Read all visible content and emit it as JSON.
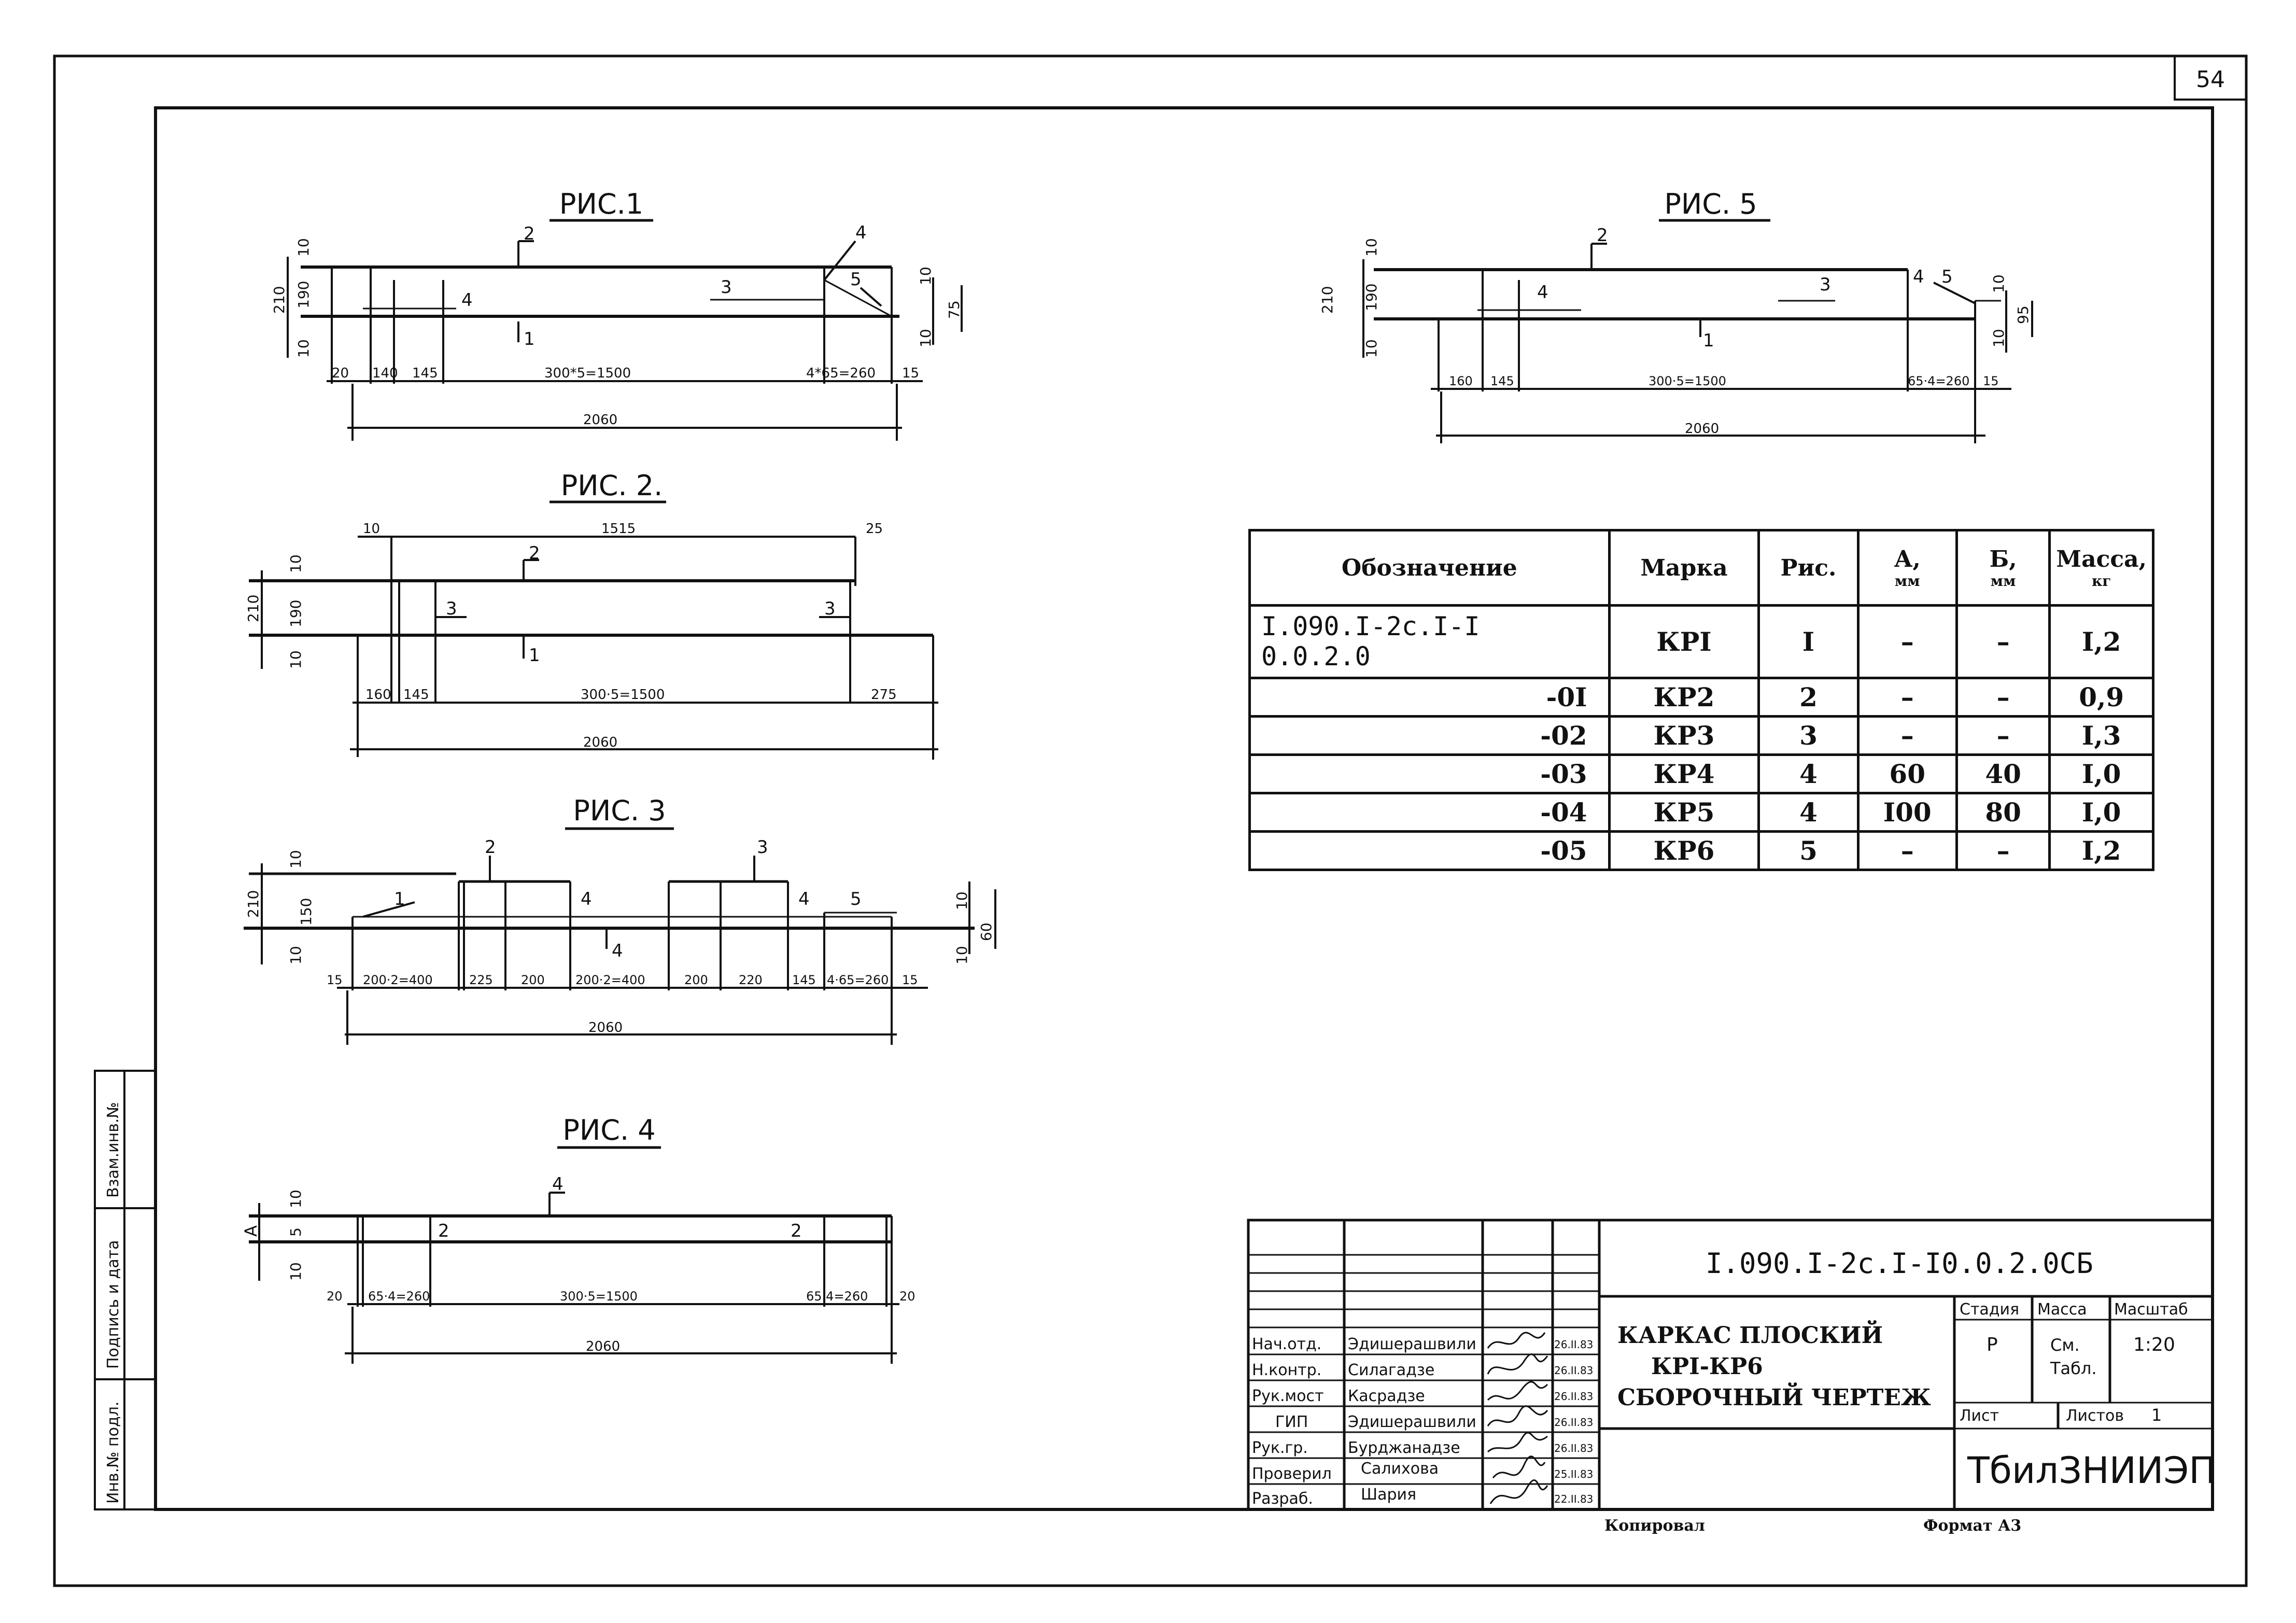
{
  "page_number": "54",
  "figures": {
    "fig1": {
      "title": "РИС.1",
      "positions": [
        "2",
        "4",
        "3",
        "5",
        "1",
        "4"
      ],
      "vertical_dims": [
        "10",
        "210",
        "190",
        "10",
        "10",
        "75",
        "10"
      ],
      "horizontal_dims": [
        "20",
        "140",
        "145",
        "300*5=1500",
        "4*65=260",
        "15"
      ],
      "total": "2060"
    },
    "fig2": {
      "title": "РИС. 2.",
      "positions": [
        "2",
        "3",
        "3",
        "1"
      ],
      "vertical_dims": [
        "10",
        "210",
        "190",
        "10"
      ],
      "top_dims": [
        "10",
        "1515",
        "25"
      ],
      "horizontal_dims": [
        "160",
        "145",
        "300·5=1500",
        "275"
      ],
      "total": "2060"
    },
    "fig3": {
      "title": "РИС. 3",
      "positions": [
        "2",
        "3",
        "1",
        "4",
        "4",
        "5",
        "4"
      ],
      "vertical_dims": [
        "10",
        "210",
        "150",
        "10",
        "10",
        "60",
        "10"
      ],
      "horizontal_dims": [
        "15",
        "200·2=400",
        "225",
        "200",
        "200·2=400",
        "200",
        "220",
        "145",
        "4·65=260",
        "15"
      ],
      "total": "2060"
    },
    "fig4": {
      "title": "РИС. 4",
      "positions": [
        "4",
        "2",
        "2"
      ],
      "vertical_dims": [
        "10",
        "5",
        "10",
        "A"
      ],
      "horizontal_dims": [
        "20",
        "65·4=260",
        "300·5=1500",
        "65·4=260",
        "20"
      ],
      "total": "2060"
    },
    "fig5": {
      "title": "РИС. 5",
      "positions": [
        "2",
        "4",
        "3",
        "4",
        "5",
        "1"
      ],
      "vertical_dims": [
        "10",
        "210",
        "190",
        "10",
        "10",
        "95",
        "10"
      ],
      "horizontal_dims": [
        "160",
        "145",
        "300·5=1500",
        "65·4=260",
        "15"
      ],
      "total": "2060"
    }
  },
  "spec_table": {
    "headers": {
      "designation": "Обозначение",
      "mark": "Марка",
      "fig": "Рис.",
      "a": "А,",
      "a_unit": "мм",
      "b": "Б,",
      "b_unit": "мм",
      "mass": "Масса,",
      "mass_unit": "кг"
    },
    "rows": [
      {
        "designation": "I.090.I-2с.I-I 0.0.2.0",
        "mark": "КРI",
        "fig": "I",
        "a": "–",
        "b": "–",
        "mass": "I,2"
      },
      {
        "designation": "-0I",
        "mark": "КР2",
        "fig": "2",
        "a": "–",
        "b": "–",
        "mass": "0,9"
      },
      {
        "designation": "-02",
        "mark": "КР3",
        "fig": "3",
        "a": "–",
        "b": "–",
        "mass": "I,3"
      },
      {
        "designation": "-03",
        "mark": "КР4",
        "fig": "4",
        "a": "60",
        "b": "40",
        "mass": "I,0"
      },
      {
        "designation": "-04",
        "mark": "КР5",
        "fig": "4",
        "a": "I00",
        "b": "80",
        "mass": "I,0"
      },
      {
        "designation": "-05",
        "mark": "КР6",
        "fig": "5",
        "a": "–",
        "b": "–",
        "mass": "I,2"
      }
    ]
  },
  "title_block": {
    "doc_code": "I.090.I-2с.I-I0.0.2.0СБ",
    "name_line1": "КАРКАС  ПЛОСКИЙ",
    "name_line2": "КРI-КР6",
    "name_line3": "СБОРОЧНЫЙ  ЧЕРТЕЖ",
    "stage_label": "Стадия",
    "mass_label": "Масса",
    "scale_label": "Масштаб",
    "stage": "Р",
    "mass_line1": "См.",
    "mass_line2": "Табл.",
    "scale": "1:20",
    "sheet_label": "Лист",
    "sheets_label": "Листов",
    "sheets": "1",
    "org": "ТбилЗНИИЭП",
    "signatures": [
      {
        "role": "Нач.отд.",
        "name": "Эдишерашвили",
        "date": "26.II.83"
      },
      {
        "role": "Н.контр.",
        "name": "Силагадзе",
        "date": "26.II.83"
      },
      {
        "role": "Рук.мост",
        "name": "Касрадзе",
        "date": "26.II.83"
      },
      {
        "role": "ГИП",
        "name": "Эдишерашвили",
        "date": "26.II.83"
      },
      {
        "role": "Рук.гр.",
        "name": "Бурджанадзе",
        "date": "26.II.83"
      },
      {
        "role": "Проверил",
        "name": "Салихова",
        "date": "25.II.83"
      },
      {
        "role": "Разраб.",
        "name": "Шария",
        "date": "22.II.83"
      }
    ],
    "copied": "Копировал",
    "format": "Формат А3"
  },
  "margin_stamp": {
    "inv_orig": "Инв.№ подл.",
    "sign_date": "Подпись и дата",
    "inv_dup": "Взам.инв.№"
  }
}
